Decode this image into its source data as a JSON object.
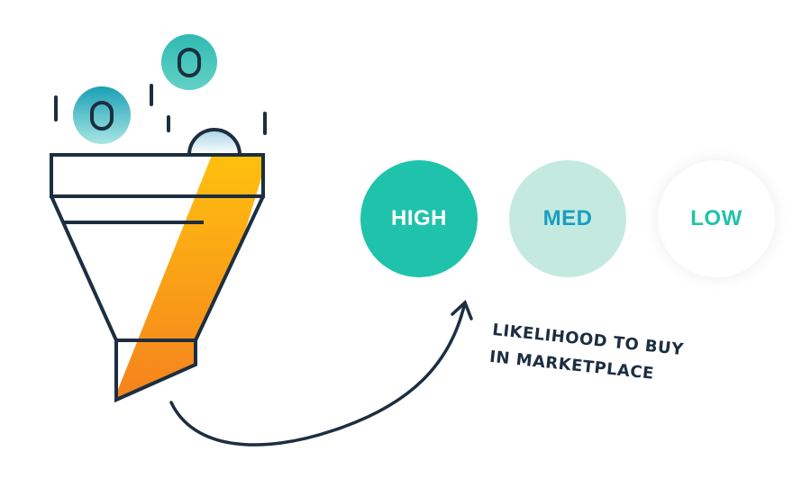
{
  "ratings": {
    "high": "HIGH",
    "med": "MED",
    "low": "LOW"
  },
  "caption": {
    "line1": "LIKELIHOOD TO BUY",
    "line2": "IN MARKETPLACE"
  },
  "icons": [
    "coin-icon",
    "funnel-icon",
    "curved-arrow-icon"
  ],
  "colors": {
    "high_bg": "#1fc3ac",
    "med_bg": "#c4eadf",
    "med_text": "#1a9ec2",
    "low_text": "#22c2a8",
    "funnel_fill": "#fbad13",
    "outline": "#1d2e40"
  }
}
